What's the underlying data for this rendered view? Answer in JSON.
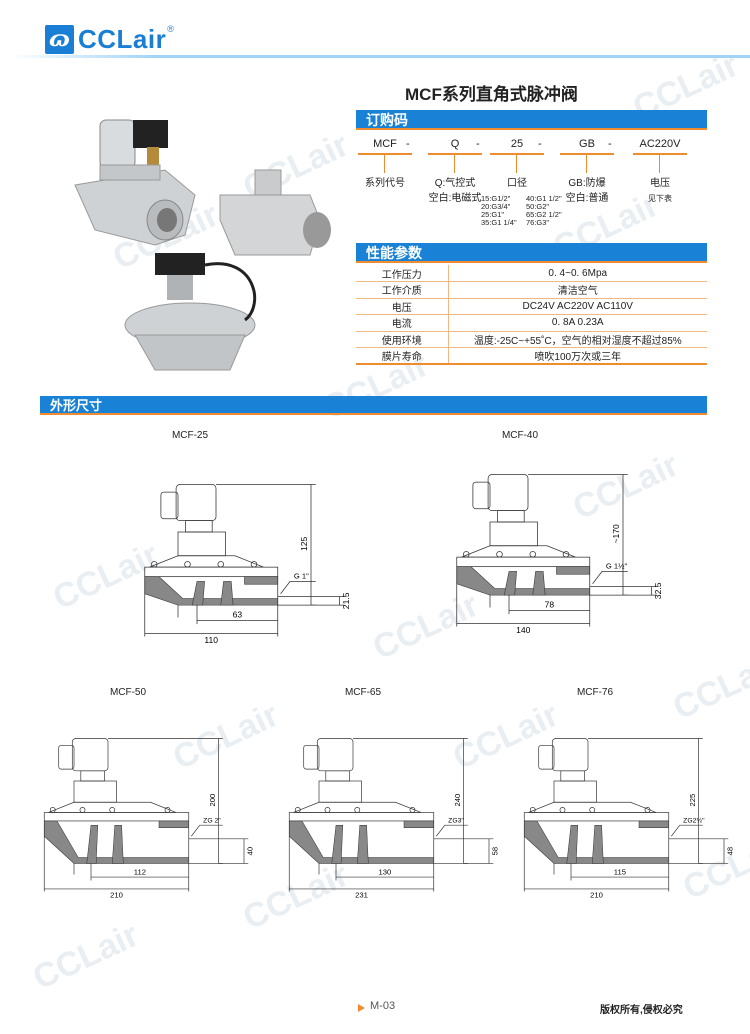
{
  "brand": {
    "logo_text": "CCLair",
    "registered": "®",
    "watermark": "CCLair"
  },
  "title": "MCF系列直角式脉冲阀",
  "order_code": {
    "heading": "订购码",
    "codes": [
      "MCF",
      "Q",
      "25",
      "GB",
      "AC220V"
    ],
    "separator": "-",
    "labels": [
      {
        "line1": "系列代号",
        "line2": ""
      },
      {
        "line1": "Q:气控式",
        "line2": "空白:电磁式"
      },
      {
        "line1": "口径",
        "line2": ""
      },
      {
        "line1": "GB:防爆",
        "line2": "空白:普通"
      },
      {
        "line1": "电压",
        "line2": "见下表"
      }
    ],
    "sizes_left": [
      "15:G1/2\"",
      "20:G3/4\"",
      "25:G1\"",
      "35:G1 1/4\""
    ],
    "sizes_right": [
      "40:G1 1/2\"",
      "50:G2\"",
      "65:G2 1/2\"",
      "76:G3\""
    ]
  },
  "params": {
    "heading": "性能参数",
    "rows": [
      {
        "name": "工作压力",
        "value": "0. 4~0. 6Mpa"
      },
      {
        "name": "工作介质",
        "value": "清洁空气"
      },
      {
        "name": "电压",
        "value": "DC24V  AC220V  AC110V"
      },
      {
        "name": "电流",
        "value": "0. 8A  0.23A"
      },
      {
        "name": "使用环境",
        "value": "温度:-25C~+55˚C，空气的相对湿度不超过85%"
      },
      {
        "name": "膜片寿命",
        "value": "喷吹100万次或三年"
      }
    ]
  },
  "dimensions": {
    "heading": "外形尺寸",
    "drawings": [
      {
        "model": "MCF-25",
        "height": "125",
        "outlet": "21.5",
        "width": "110",
        "inner": "63",
        "port": "G 1\""
      },
      {
        "model": "MCF-40",
        "height": "~170",
        "outlet": "32.5",
        "width": "140",
        "inner": "78",
        "port": "G 1½\""
      },
      {
        "model": "MCF-50",
        "height": "200",
        "outlet": "40",
        "width": "210",
        "inner": "112",
        "port": "ZG 2\""
      },
      {
        "model": "MCF-65",
        "height": "240",
        "outlet": "58",
        "width": "231",
        "inner": "130",
        "port": "ZG3\""
      },
      {
        "model": "MCF-76",
        "height": "225",
        "outlet": "48",
        "width": "210",
        "inner": "115",
        "port": "ZG2½\""
      }
    ]
  },
  "footer": {
    "page": "M-03",
    "copyright": "版权所有,侵权必究"
  }
}
